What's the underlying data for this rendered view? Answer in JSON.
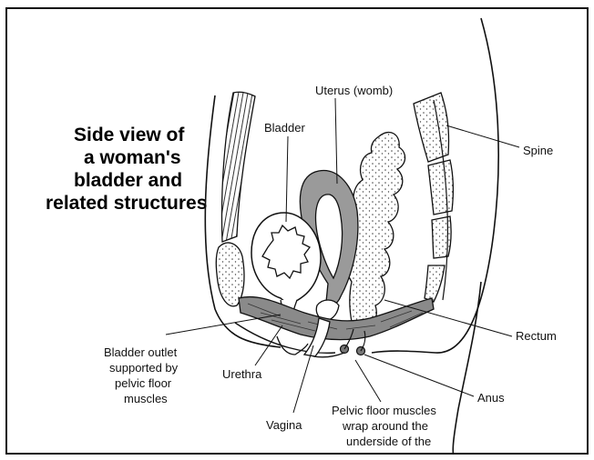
{
  "title_lines": [
    "Side view of",
    "a woman's",
    "bladder and",
    "related structures"
  ],
  "labels": {
    "uterus": "Uterus (womb)",
    "bladder": "Bladder",
    "spine": "Spine",
    "rectum": "Rectum",
    "anus": "Anus",
    "urethra": "Urethra",
    "vagina": "Vagina",
    "outlet": [
      "Bladder outlet",
      "supported by",
      "pelvic floor",
      "muscles"
    ],
    "pelvic": [
      "Pelvic floor muscles",
      "wrap around the",
      "underside of the"
    ]
  },
  "colors": {
    "muscle_fill": "#8a8a8a",
    "uterus_fill": "#9a9a9a",
    "outline": "#111111",
    "stipple": "#444444"
  }
}
